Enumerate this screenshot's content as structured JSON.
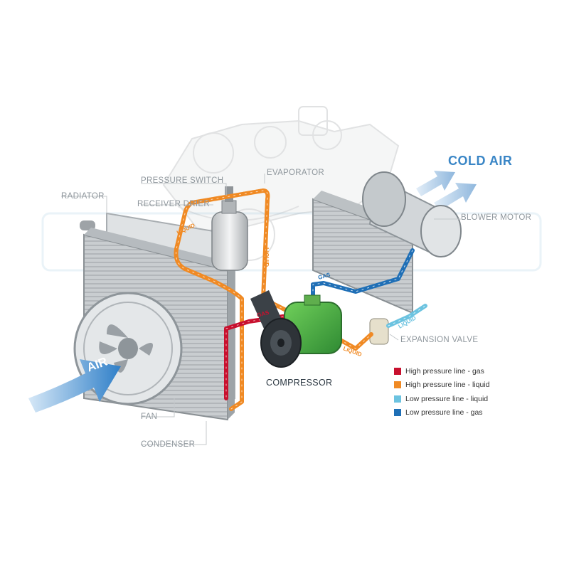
{
  "labels": {
    "cold_air": "COLD AIR",
    "pressure_switch": "PRESSURE SWITCH",
    "evaporator": "EVAPORATOR",
    "radiator": "RADIATOR",
    "receiver_drier": "RECEIVER DRIER",
    "blower_motor": "BLOWER MOTOR",
    "expansion_valve": "EXPANSION VALVE",
    "compressor": "COMPRESSOR",
    "fan": "FAN",
    "condenser": "CONDENSER",
    "air": "AIR"
  },
  "flow_tags": {
    "liquid_1": "LIQUID",
    "liquid_2": "LIQUID",
    "liquid_3": "LIQUID",
    "liquid_4": "LIQUID",
    "gas_1": "GAS",
    "gas_2": "GAS"
  },
  "legend": [
    {
      "label": "High pressure line - gas",
      "color": "#c8102e"
    },
    {
      "label": "High pressure line - liquid",
      "color": "#f08a24"
    },
    {
      "label": "Low pressure line - liquid",
      "color": "#6cc3e0"
    },
    {
      "label": "Low pressure line -  gas",
      "color": "#1f6fb6"
    }
  ],
  "colors": {
    "high_gas": "#c8102e",
    "high_liquid": "#f08a24",
    "low_liquid": "#6cc3e0",
    "low_gas": "#1f6fb6",
    "compressor": "#4bb04a",
    "cold_air": "#3a86c6"
  }
}
